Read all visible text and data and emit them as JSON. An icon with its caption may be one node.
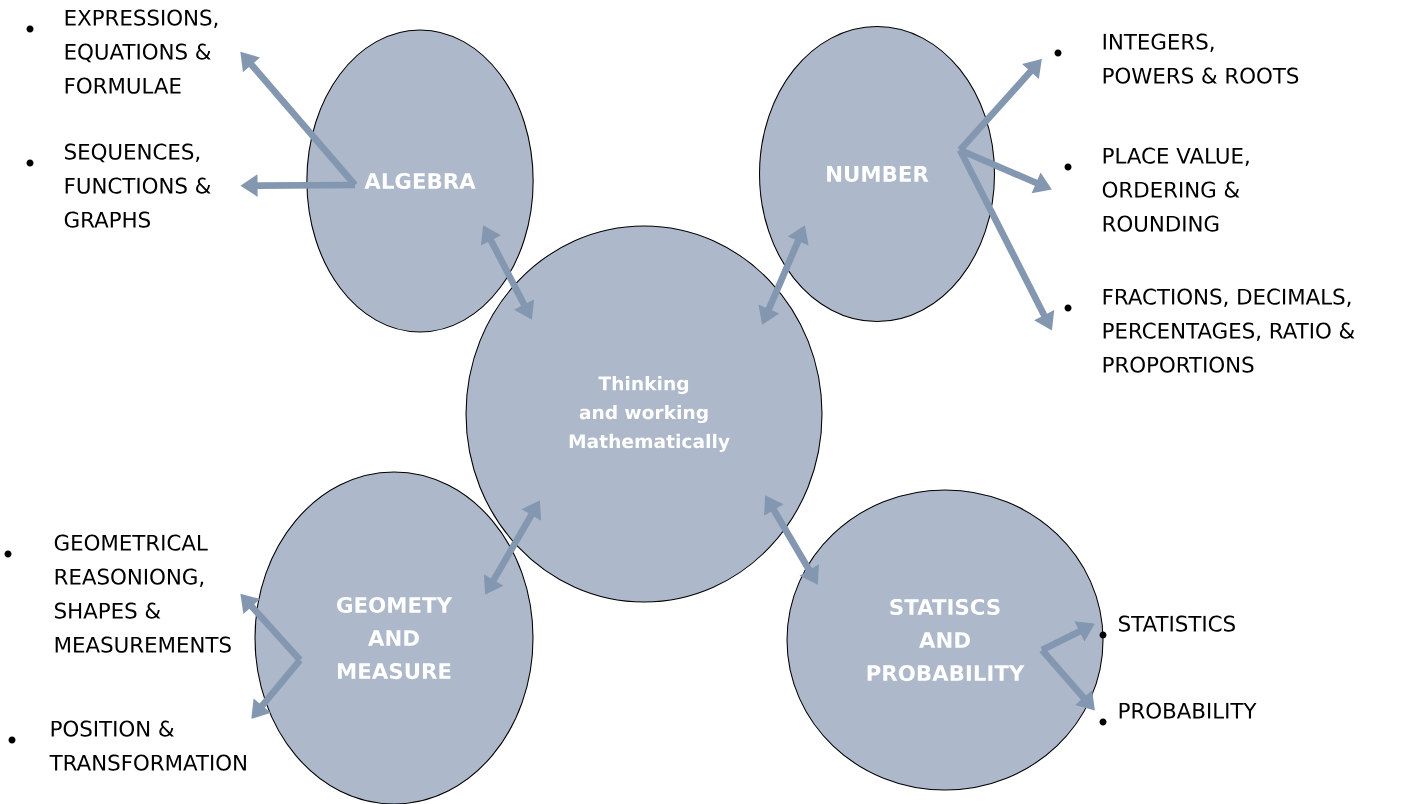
{
  "diagram": {
    "nodes": [
      {
        "text": [
          "ALGEBRA"
        ]
      },
      {
        "text": [
          "NUMBER"
        ]
      },
      {
        "text": [
          "Thinking and working Mathematically"
        ]
      },
      {
        "text": [
          "GEOMETY AND MEASURE"
        ]
      },
      {
        "text": [
          "STATISCS AND PROBABILITY"
        ]
      },
      {
        "text": [
          "EXPRESSIONS, EQUATIONS & FORMULAE"
        ]
      },
      {
        "text": [
          "SEQUENCES, FUNCTIONS & GRAPHS"
        ]
      },
      {
        "text": [
          "INTEGERS, POWERS & ROOTS"
        ]
      },
      {
        "text": [
          "PLACE VALUE, ORDERING & ROUNDING"
        ]
      },
      {
        "text": [
          "FRACTIONS, DECIMALS, PERCENTAGES, RATIO & PROPORTIONS"
        ]
      },
      {
        "text": [
          "GEOMETRICAL REASONIONG, SHAPES & MEASUREMENTS"
        ]
      },
      {
        "text": [
          "POSITION & TRANSFORMATION"
        ]
      },
      {
        "text": [
          "STATISTICS"
        ]
      },
      {
        "text": [
          "PROBABILITY"
        ]
      }
    ],
    "edges": [
      {
        "from": 0,
        "to": 2,
        "arrow": "both"
      },
      {
        "from": 1,
        "to": 2,
        "arrow": "both"
      },
      {
        "from": 3,
        "to": 2,
        "arrow": "both"
      },
      {
        "from": 4,
        "to": 2,
        "arrow": "both"
      },
      {
        "from": 0,
        "to": 5,
        "arrow": "to"
      },
      {
        "from": 0,
        "to": 6,
        "arrow": "to"
      },
      {
        "from": 1,
        "to": 7,
        "arrow": "to"
      },
      {
        "from": 1,
        "to": 8,
        "arrow": "to"
      },
      {
        "from": 1,
        "to": 9,
        "arrow": "to"
      },
      {
        "from": 3,
        "to": 10,
        "arrow": "to"
      },
      {
        "from": 3,
        "to": 11,
        "arrow": "to"
      },
      {
        "from": 4,
        "to": 12,
        "arrow": "to"
      },
      {
        "from": 4,
        "to": 13,
        "arrow": "to"
      }
    ]
  }
}
